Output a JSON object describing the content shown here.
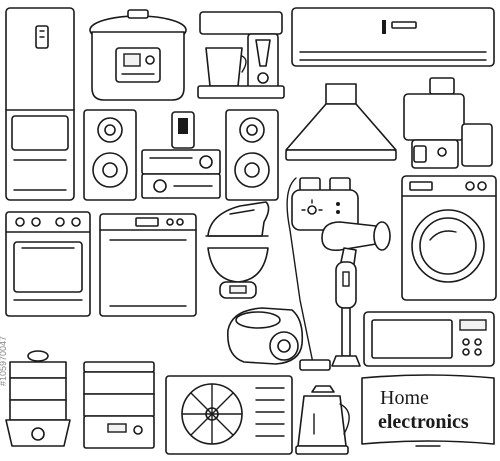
{
  "label": {
    "line1": "Home",
    "line2": "electronics"
  },
  "stock_id": "#105970047",
  "colors": {
    "stroke": "#1a1a1a",
    "fill": "#ffffff"
  },
  "icons": [
    "fridge-icon",
    "multicooker-icon",
    "coffee-maker-icon",
    "air-conditioner-icon",
    "speaker-left-icon",
    "stereo-system-icon",
    "speaker-right-icon",
    "range-hood-icon",
    "juicer-icon",
    "toaster-icon",
    "washing-machine-icon",
    "stove-icon",
    "dishwasher-icon",
    "iron-icon",
    "kitchen-scale-icon",
    "vacuum-cleaner-icon",
    "hair-dryer-icon",
    "hand-blender-icon",
    "microwave-icon",
    "steamer-icon",
    "food-dehydrator-icon",
    "outdoor-ac-unit-icon",
    "electric-kettle-icon",
    "tv-icon"
  ]
}
